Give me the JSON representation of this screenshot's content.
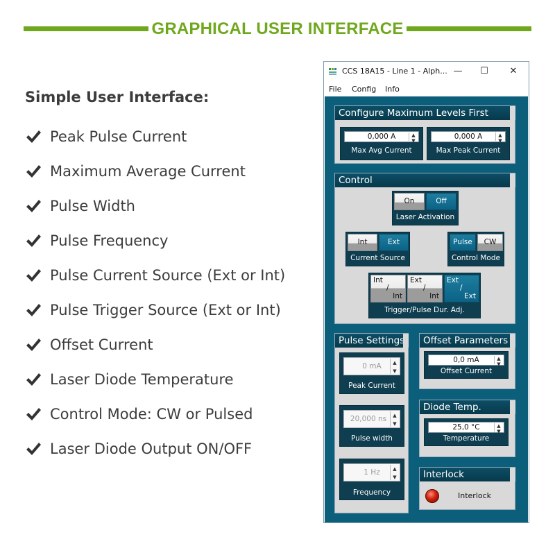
{
  "header": {
    "title": "GRAPHICAL USER INTERFACE"
  },
  "left": {
    "title": "Simple User Interface:",
    "features": [
      "Peak Pulse Current",
      "Maximum Average Current",
      "Pulse Width",
      "Pulse Frequency",
      "Pulse Current Source (Ext or Int)",
      "Pulse Trigger Source (Ext or Int)",
      "Offset Current",
      "Laser Diode Temperature",
      "Control Mode: CW or Pulsed",
      "Laser Diode Output ON/OFF"
    ]
  },
  "window": {
    "title": "CCS 18A15 - Line 1 - Alph...",
    "controls": {
      "minimize": "—",
      "maximize": "☐",
      "close": "✕"
    },
    "menu": [
      "File",
      "Config",
      "Info"
    ]
  },
  "max_levels": {
    "title": "Configure Maximum Levels First",
    "avg": {
      "value": "0,000 A",
      "label": "Max Avg Current"
    },
    "peak": {
      "value": "0,000 A",
      "label": "Max Peak Current"
    }
  },
  "control": {
    "title": "Control",
    "laser": {
      "on": "On",
      "off": "Off",
      "label": "Laser Activation",
      "active": "off"
    },
    "source": {
      "int": "Int",
      "ext": "Ext",
      "label": "Current Source",
      "active": "ext"
    },
    "mode": {
      "pulse": "Pulse",
      "cw": "CW",
      "label": "Control Mode",
      "active": "pulse"
    },
    "trigger": {
      "label": "Trigger/Pulse Dur. Adj.",
      "options": [
        {
          "top": "Int",
          "slash": "/",
          "bottom": "Int"
        },
        {
          "top": "Ext",
          "slash": "/",
          "bottom": "Int"
        },
        {
          "top": "Ext",
          "slash": "/",
          "bottom": "Ext"
        }
      ],
      "active": 2
    }
  },
  "pulse_settings": {
    "title": "Pulse Settings",
    "peak": {
      "value": "0 mA",
      "label": "Peak Current"
    },
    "width": {
      "value": "20,000 ns",
      "label": "Pulse width"
    },
    "freq": {
      "value": "1 Hz",
      "label": "Frequency"
    }
  },
  "offset": {
    "title": "Offset Parameters",
    "current": {
      "value": "0,0 mA",
      "label": "Offset Current"
    }
  },
  "diode": {
    "title": "Diode Temp.",
    "temp": {
      "value": "25,0 °C",
      "label": "Temperature"
    }
  },
  "interlock": {
    "title": "Interlock",
    "label": "Interlock"
  },
  "colors": {
    "brand_green": "#6fa81c",
    "app_blue": "#0c5f7b",
    "active_btn": "#0b6285",
    "led_red": "#d0200c"
  }
}
